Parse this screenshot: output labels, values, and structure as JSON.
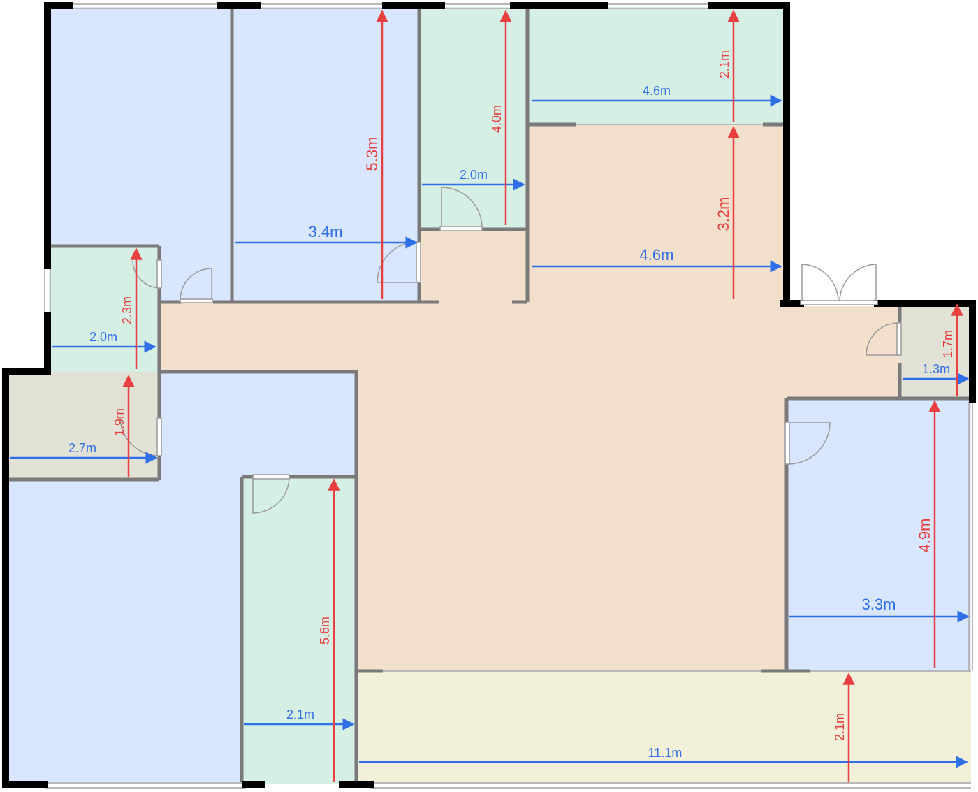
{
  "floorplan": {
    "colors": {
      "bedroom": "#d9e6ff",
      "bath": "#d6efe5",
      "living": "#f2dfcc",
      "storage": "#e2e1d6",
      "balcony": "#f3f0da",
      "wall_outer": "#000000",
      "wall_inner": "#7a7a7a",
      "width_arrow": "#2f6fe8",
      "height_arrow": "#e84040"
    },
    "dimensions": {
      "bed1_height": "5.3m",
      "bed1_width": "3.4m",
      "bath1_height": "4.0m",
      "bath1_width": "2.0m",
      "bath2_height": "2.1m",
      "bath2_width": "4.6m",
      "living_top_height": "3.2m",
      "living_top_width": "4.6m",
      "closet_height": "2.3m",
      "closet_width": "2.0m",
      "store_height": "1.9m",
      "store_width": "2.7m",
      "bath3_height": "5.6m",
      "bath3_width": "2.1m",
      "balcony_height": "2.1m",
      "balcony_width": "11.1m",
      "small_height": "1.7m",
      "small_width": "1.3m",
      "bed3_height": "4.9m",
      "bed3_width": "3.3m"
    }
  }
}
